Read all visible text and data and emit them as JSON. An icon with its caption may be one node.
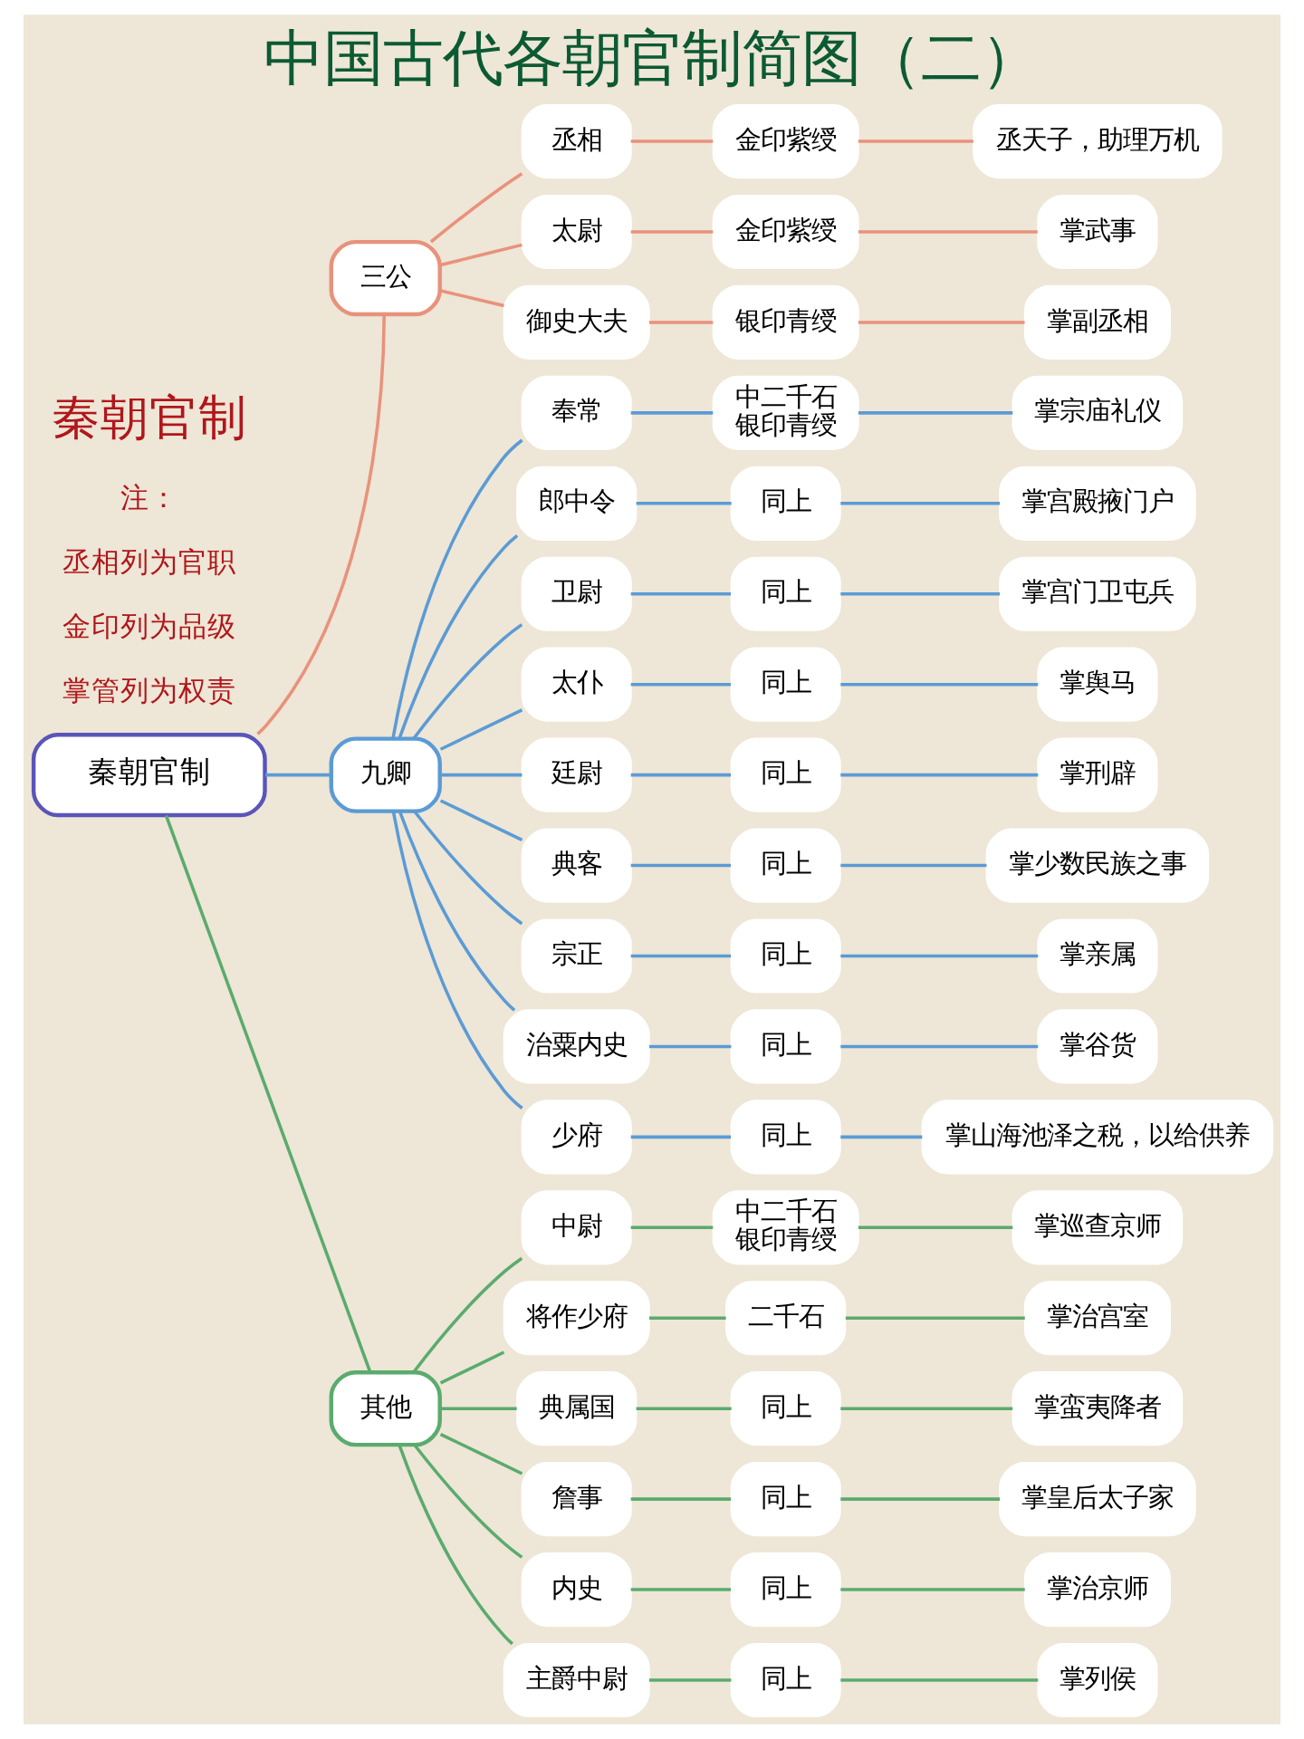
{
  "diagram": {
    "title": "中国古代各朝官制简图（二）",
    "nodes": [
      {
        "text": [
          "秦朝官制"
        ]
      },
      {
        "text": [
          "三公"
        ]
      },
      {
        "text": [
          "丞相"
        ]
      },
      {
        "text": [
          "金印紫绶"
        ]
      },
      {
        "text": [
          "丞天子，助理万机"
        ]
      },
      {
        "text": [
          "太尉"
        ]
      },
      {
        "text": [
          "金印紫绶"
        ]
      },
      {
        "text": [
          "掌武事"
        ]
      },
      {
        "text": [
          "御史大夫"
        ]
      },
      {
        "text": [
          "银印青绶"
        ]
      },
      {
        "text": [
          "掌副丞相"
        ]
      },
      {
        "text": [
          "九卿"
        ]
      },
      {
        "text": [
          "奉常"
        ]
      },
      {
        "text": [
          "中二千石",
          "银印青绶"
        ]
      },
      {
        "text": [
          "掌宗庙礼仪"
        ]
      },
      {
        "text": [
          "郎中令"
        ]
      },
      {
        "text": [
          "同上"
        ]
      },
      {
        "text": [
          "掌宫殿掖门户"
        ]
      },
      {
        "text": [
          "卫尉"
        ]
      },
      {
        "text": [
          "同上"
        ]
      },
      {
        "text": [
          "掌宫门卫屯兵"
        ]
      },
      {
        "text": [
          "太仆"
        ]
      },
      {
        "text": [
          "同上"
        ]
      },
      {
        "text": [
          "掌舆马"
        ]
      },
      {
        "text": [
          "廷尉"
        ]
      },
      {
        "text": [
          "同上"
        ]
      },
      {
        "text": [
          "掌刑辟"
        ]
      },
      {
        "text": [
          "典客"
        ]
      },
      {
        "text": [
          "同上"
        ]
      },
      {
        "text": [
          "掌少数民族之事"
        ]
      },
      {
        "text": [
          "宗正"
        ]
      },
      {
        "text": [
          "同上"
        ]
      },
      {
        "text": [
          "掌亲属"
        ]
      },
      {
        "text": [
          "治粟内史"
        ]
      },
      {
        "text": [
          "同上"
        ]
      },
      {
        "text": [
          "掌谷货"
        ]
      },
      {
        "text": [
          "少府"
        ]
      },
      {
        "text": [
          "同上"
        ]
      },
      {
        "text": [
          "掌山海池泽之税，以给供养"
        ]
      },
      {
        "text": [
          "其他"
        ]
      },
      {
        "text": [
          "中尉"
        ]
      },
      {
        "text": [
          "中二千石",
          "银印青绶"
        ]
      },
      {
        "text": [
          "掌巡查京师"
        ]
      },
      {
        "text": [
          "将作少府"
        ]
      },
      {
        "text": [
          "二千石"
        ]
      },
      {
        "text": [
          "掌治宫室"
        ]
      },
      {
        "text": [
          "典属国"
        ]
      },
      {
        "text": [
          "同上"
        ]
      },
      {
        "text": [
          "掌蛮夷降者"
        ]
      },
      {
        "text": [
          "詹事"
        ]
      },
      {
        "text": [
          "同上"
        ]
      },
      {
        "text": [
          "掌皇后太子家"
        ]
      },
      {
        "text": [
          "内史"
        ]
      },
      {
        "text": [
          "同上"
        ]
      },
      {
        "text": [
          "掌治京师"
        ]
      },
      {
        "text": [
          "主爵中尉"
        ]
      },
      {
        "text": [
          "同上"
        ]
      },
      {
        "text": [
          "掌列侯"
        ]
      }
    ],
    "edges": [
      {
        "from": 0,
        "to": 1,
        "arrow": "none",
        "color": "#e8927c"
      },
      {
        "from": 0,
        "to": 11,
        "arrow": "none"
      },
      {
        "from": 0,
        "to": 39,
        "arrow": "none",
        "color": "#5aab6e"
      },
      {
        "from": 1,
        "to": 2,
        "arrow": "none",
        "color": "#e8927c"
      },
      {
        "from": 2,
        "to": 3,
        "arrow": "none",
        "color": "#e8927c"
      },
      {
        "from": 3,
        "to": 4,
        "arrow": "none",
        "color": "#e8927c"
      },
      {
        "from": 1,
        "to": 5,
        "arrow": "none",
        "color": "#e8927c"
      },
      {
        "from": 5,
        "to": 6,
        "arrow": "none",
        "color": "#e8927c"
      },
      {
        "from": 6,
        "to": 7,
        "arrow": "none",
        "color": "#e8927c"
      },
      {
        "from": 1,
        "to": 8,
        "arrow": "none",
        "color": "#e8927c"
      },
      {
        "from": 8,
        "to": 9,
        "arrow": "none",
        "color": "#e8927c"
      },
      {
        "from": 9,
        "to": 10,
        "arrow": "none",
        "color": "#e8927c"
      },
      {
        "from": 11,
        "to": 12,
        "arrow": "none"
      },
      {
        "from": 12,
        "to": 13,
        "arrow": "none"
      },
      {
        "from": 13,
        "to": 14,
        "arrow": "none"
      },
      {
        "from": 11,
        "to": 15,
        "arrow": "none"
      },
      {
        "from": 15,
        "to": 16,
        "arrow": "none"
      },
      {
        "from": 16,
        "to": 17,
        "arrow": "none"
      },
      {
        "from": 11,
        "to": 18,
        "arrow": "none"
      },
      {
        "from": 18,
        "to": 19,
        "arrow": "none"
      },
      {
        "from": 19,
        "to": 20,
        "arrow": "none"
      },
      {
        "from": 11,
        "to": 21,
        "arrow": "none"
      },
      {
        "from": 21,
        "to": 22,
        "arrow": "none"
      },
      {
        "from": 22,
        "to": 23,
        "arrow": "none"
      },
      {
        "from": 11,
        "to": 24,
        "arrow": "none"
      },
      {
        "from": 24,
        "to": 25,
        "arrow": "none"
      },
      {
        "from": 25,
        "to": 26,
        "arrow": "none"
      },
      {
        "from": 11,
        "to": 27,
        "arrow": "none"
      },
      {
        "from": 27,
        "to": 28,
        "arrow": "none"
      },
      {
        "from": 28,
        "to": 29,
        "arrow": "none"
      },
      {
        "from": 11,
        "to": 30,
        "arrow": "none"
      },
      {
        "from": 30,
        "to": 31,
        "arrow": "none"
      },
      {
        "from": 31,
        "to": 32,
        "arrow": "none"
      },
      {
        "from": 11,
        "to": 33,
        "arrow": "none"
      },
      {
        "from": 33,
        "to": 34,
        "arrow": "none"
      },
      {
        "from": 34,
        "to": 35,
        "arrow": "none"
      },
      {
        "from": 11,
        "to": 36,
        "arrow": "none"
      },
      {
        "from": 36,
        "to": 37,
        "arrow": "none"
      },
      {
        "from": 37,
        "to": 38,
        "arrow": "none"
      },
      {
        "from": 39,
        "to": 40,
        "arrow": "none",
        "color": "#5aab6e"
      },
      {
        "from": 40,
        "to": 41,
        "arrow": "none",
        "color": "#5aab6e"
      },
      {
        "from": 41,
        "to": 42,
        "arrow": "none",
        "color": "#5aab6e"
      },
      {
        "from": 39,
        "to": 43,
        "arrow": "none",
        "color": "#5aab6e"
      },
      {
        "from": 43,
        "to": 44,
        "arrow": "none",
        "color": "#5aab6e"
      },
      {
        "from": 44,
        "to": 45,
        "arrow": "none",
        "color": "#5aab6e"
      },
      {
        "from": 39,
        "to": 46,
        "arrow": "none",
        "color": "#5aab6e"
      },
      {
        "from": 46,
        "to": 47,
        "arrow": "none",
        "color": "#5aab6e"
      },
      {
        "from": 47,
        "to": 48,
        "arrow": "none",
        "color": "#5aab6e"
      },
      {
        "from": 39,
        "to": 49,
        "arrow": "none",
        "color": "#5aab6e"
      },
      {
        "from": 49,
        "to": 50,
        "arrow": "none",
        "color": "#5aab6e"
      },
      {
        "from": 50,
        "to": 51,
        "arrow": "none",
        "color": "#5aab6e"
      },
      {
        "from": 39,
        "to": 52,
        "arrow": "none",
        "color": "#5aab6e"
      },
      {
        "from": 52,
        "to": 53,
        "arrow": "none",
        "color": "#5aab6e"
      },
      {
        "from": 53,
        "to": 54,
        "arrow": "none",
        "color": "#5aab6e"
      },
      {
        "from": 39,
        "to": 55,
        "arrow": "none",
        "color": "#5aab6e"
      },
      {
        "from": 55,
        "to": 56,
        "arrow": "none",
        "color": "#5aab6e"
      },
      {
        "from": 56,
        "to": 57,
        "arrow": "none",
        "color": "#5aab6e"
      }
    ],
    "labels": [
      "秦朝官制",
      "注：",
      "丞相列为官职",
      "金印列为品级",
      "掌管列为权责"
    ]
  }
}
